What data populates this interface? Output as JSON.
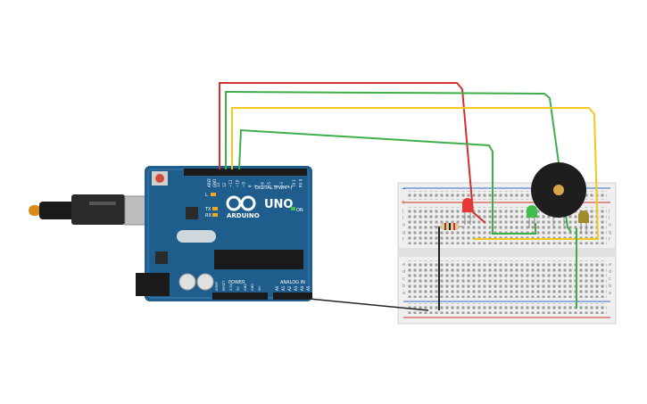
{
  "arduino": {
    "logo_text": "UNO",
    "brand": "ARDUINO",
    "digital_label": "DIGITAL (PWM~)",
    "analog_label": "ANALOG IN",
    "power_label": "POWER",
    "on_label": "ON",
    "l_label": "L",
    "tx_label": "TX",
    "rx_label": "RX",
    "aref_label": "AREF",
    "gnd_label": "GND",
    "digital_pins": [
      "13",
      "12",
      "~11",
      "~10",
      "~9",
      "8",
      "7",
      "~6",
      "~5",
      "4",
      "~3",
      "2",
      "TX 1",
      "RX 0"
    ],
    "power_pins": [
      "IOREF",
      "RESET",
      "3.3V",
      "5V",
      "GND",
      "GND",
      "Vin"
    ],
    "analog_pins": [
      "A0",
      "A1",
      "A2",
      "A3",
      "A4",
      "A5"
    ]
  },
  "breadboard": {
    "row_letters_top": [
      "j",
      "i",
      "h",
      "g",
      "f"
    ],
    "row_letters_bottom": [
      "e",
      "d",
      "c",
      "b",
      "a"
    ],
    "rail_plus": "+",
    "rail_minus": "−"
  },
  "colors": {
    "board_blue": "#1f5e8c",
    "wire_red": "#d2302a",
    "wire_green": "#3fae49",
    "wire_yellow": "#f2c81e",
    "wire_black": "#222222",
    "led_red": "#e53935",
    "led_green": "#3fbf4a",
    "led_yellow": "#a08a2a"
  },
  "icons": {
    "usb": "usb-connector-icon",
    "buzzer": "piezo-buzzer-icon",
    "resistor": "resistor-icon"
  }
}
